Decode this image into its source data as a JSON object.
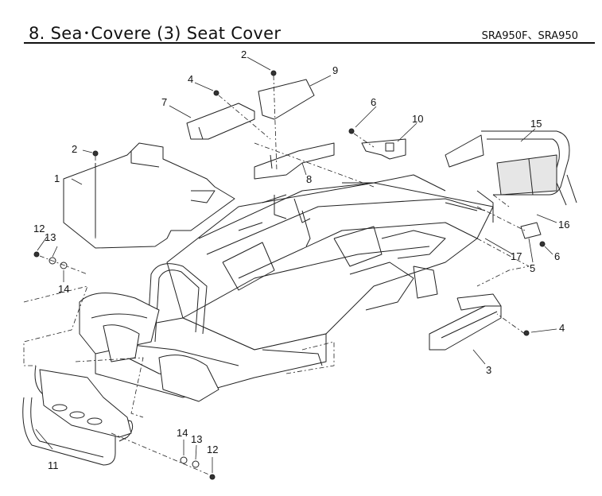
{
  "header": {
    "title": "8. Sea･Covere (3) Seat Cover",
    "models": "SRA950F、SRA950"
  },
  "callouts": [
    {
      "id": "c1",
      "text": "1"
    },
    {
      "id": "c2a",
      "text": "2"
    },
    {
      "id": "c2b",
      "text": "2"
    },
    {
      "id": "c3",
      "text": "3"
    },
    {
      "id": "c4a",
      "text": "4"
    },
    {
      "id": "c4b",
      "text": "4"
    },
    {
      "id": "c5",
      "text": "5"
    },
    {
      "id": "c6a",
      "text": "6"
    },
    {
      "id": "c6b",
      "text": "6"
    },
    {
      "id": "c7",
      "text": "7"
    },
    {
      "id": "c8",
      "text": "8"
    },
    {
      "id": "c9",
      "text": "9"
    },
    {
      "id": "c10",
      "text": "10"
    },
    {
      "id": "c11",
      "text": "11"
    },
    {
      "id": "c12a",
      "text": "12"
    },
    {
      "id": "c12b",
      "text": "12"
    },
    {
      "id": "c13a",
      "text": "13"
    },
    {
      "id": "c13b",
      "text": "13"
    },
    {
      "id": "c14a",
      "text": "14"
    },
    {
      "id": "c14b",
      "text": "14"
    },
    {
      "id": "c15",
      "text": "15"
    },
    {
      "id": "c16",
      "text": "16"
    },
    {
      "id": "c17",
      "text": "17"
    }
  ]
}
